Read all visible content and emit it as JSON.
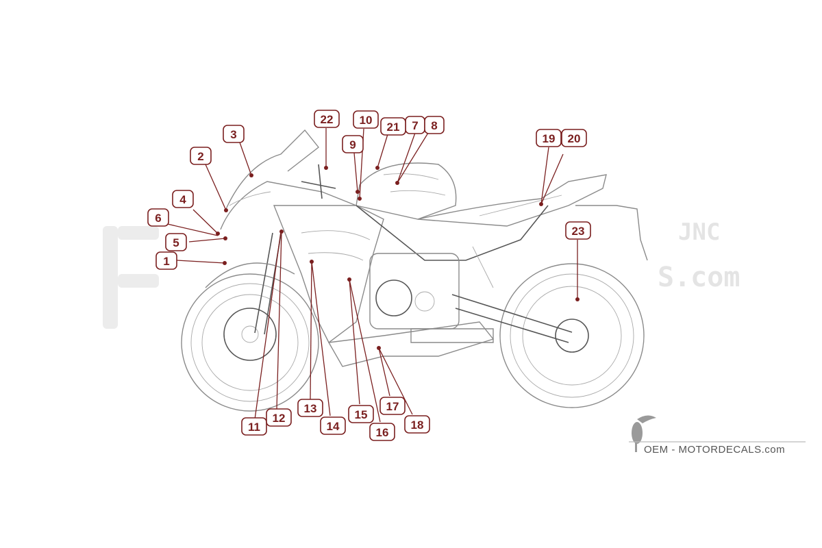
{
  "watermark": {
    "brand": "OEM - MOTORDECALS.com"
  },
  "callouts": [
    {
      "label": "1"
    },
    {
      "label": "2"
    },
    {
      "label": "3"
    },
    {
      "label": "4"
    },
    {
      "label": "5"
    },
    {
      "label": "6"
    },
    {
      "label": "7"
    },
    {
      "label": "8"
    },
    {
      "label": "9"
    },
    {
      "label": "10"
    },
    {
      "label": "11"
    },
    {
      "label": "12"
    },
    {
      "label": "13"
    },
    {
      "label": "14"
    },
    {
      "label": "15"
    },
    {
      "label": "16"
    },
    {
      "label": "17"
    },
    {
      "label": "18"
    },
    {
      "label": "19"
    },
    {
      "label": "20"
    },
    {
      "label": "21"
    },
    {
      "label": "22"
    },
    {
      "label": "23"
    }
  ],
  "colors": {
    "callout": "#7a1f1f",
    "line_art": "#8a8a8a",
    "watermark": "#e2e2e2"
  }
}
